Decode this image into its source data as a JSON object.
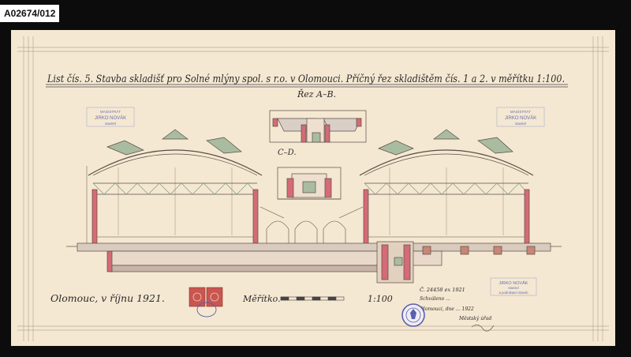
{
  "archive": {
    "id": "A02674/012"
  },
  "drawing": {
    "title": "List čís. 5.  Stavba skladišť pro Solné mlýny spol. s r.o. v Olomouci.  Příčný řez skladištěm čís. 1 a 2. v měřítku 1:100.",
    "section_ab": "Řez A–B.",
    "section_cd": "C–D.",
    "place_date": "Olomouc, v říjnu 1921.",
    "scale_label": "Měřítko.",
    "scale_value": "1:100",
    "approval_note": [
      "Č. 24458 ex 1921",
      "Schváleno ...",
      "Olomouci, dne ... 1922",
      "Městský úřad"
    ],
    "stamp_left": [
      "MAGISTRÁT",
      "JIRKO NOVÁK",
      "stavitel"
    ],
    "stamp_right": [
      "MAGISTRÁT",
      "JIRKO NOVÁK",
      "stavitel"
    ],
    "stamp_bottom": [
      "JIRKO NOVÁK",
      "stavitel",
      "a podnikatel staveb"
    ]
  },
  "colors": {
    "paper": "#f5e8d2",
    "line": "#5a4c44",
    "roof": "#a9bca0",
    "masonry": "#d46b76",
    "foundation": "#c8b4a8",
    "stamp": "#5a5fae",
    "revenue": "#c9564f"
  }
}
